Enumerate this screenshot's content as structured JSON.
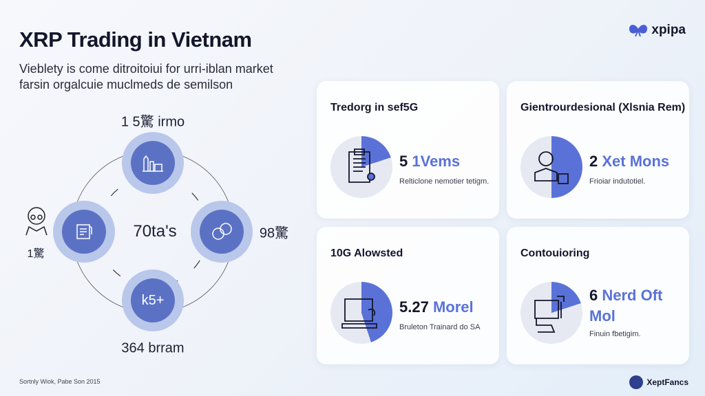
{
  "header": {
    "title": "XRP Trading in Vietnam",
    "subtitle_line1": "Vieblety is come ditroitoiui for urri-iblan market",
    "subtitle_line2": "farsin orgalcuie muclmeds de semilson",
    "logo_text": "xpipa"
  },
  "diagram": {
    "center_label": "70ta's",
    "top_label": "1 5驚 irmo",
    "right_label": "98驚",
    "left_label": "1驚",
    "bottom_label": "364 brram",
    "bottom_node_text": "k5+",
    "icons": [
      "building-chart-icon",
      "document-icon",
      "people-icon",
      "person-icon"
    ]
  },
  "cards": [
    {
      "title": "Tredorg in sef5G",
      "value_num": "5",
      "value_text": "1Vems",
      "desc": "Relticlone nemotier tetigm.",
      "fraction": 0.2,
      "icon": "clipboard-icon"
    },
    {
      "title": "Gientrourdesional (Xlsnia Rem)",
      "value_num": "2",
      "value_text": "Xet Mons",
      "desc": "Frioiar indutotiel.",
      "fraction": 0.5,
      "icon": "user-icon"
    },
    {
      "title": "10G Alowsted",
      "value_num": "5.27",
      "value_text": "Morel",
      "desc": "Bruleton Trainard do SA",
      "fraction": 0.45,
      "icon": "laptop-icon"
    },
    {
      "title": "Contouioring",
      "value_num": "6",
      "value_text": "Nerd Oft Mol",
      "desc": "Finuin fbetigim.",
      "fraction": 0.2,
      "icon": "monitor-icon"
    }
  ],
  "footer": {
    "credit": "Sortnly Wiok, Pabe Son 2015",
    "brand": "XeptFancs"
  },
  "colors": {
    "accent": "#5a72d8",
    "node": "#5b72c4",
    "node_ring": "#b9c7ea"
  }
}
